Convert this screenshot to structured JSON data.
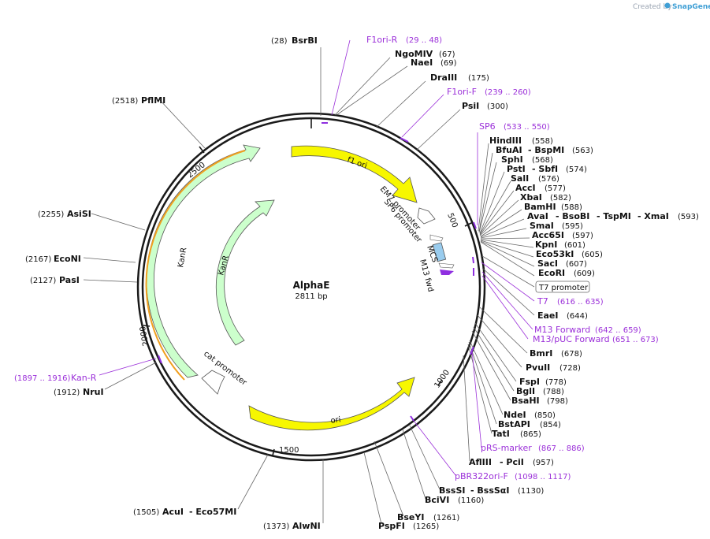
{
  "credit": {
    "prefix": "Created by",
    "brand": "SnapGene"
  },
  "center": {
    "name": "AlphaE",
    "length": "2811 bp"
  },
  "features": {
    "f1ori": "f1 ori",
    "em7": "EM7 promoter",
    "sp6p": "SP6 promoter",
    "mcs": "MCS",
    "m13fwd": "M13 fwd",
    "kanr_outer": "KanR",
    "kanr_inner": "KanR",
    "cat": "cat promoter",
    "ori": "ori",
    "t7box": "T7 promoter"
  },
  "ticks": {
    "t500": "500",
    "t1000": "1000",
    "t1500": "1500",
    "t2000": "2000",
    "t2500": "2500"
  },
  "sites": {
    "bsrbi": {
      "num": "(28)",
      "name": "BsrBI"
    },
    "f1orir": {
      "name": "F1ori-R",
      "range": "(29 .. 48)"
    },
    "ngomiv": {
      "name": "NgoMIV",
      "num": "(67)"
    },
    "naei": {
      "name": "NaeI",
      "num": "(69)"
    },
    "draiii": {
      "name": "DraIII",
      "num": "(175)"
    },
    "f1orif": {
      "name": "F1ori-F",
      "range": "(239 .. 260)"
    },
    "psii": {
      "name": "PsiI",
      "num": "(300)"
    },
    "sp6": {
      "name": "SP6",
      "range": "(533 .. 550)"
    },
    "hindiii": {
      "name": "HindIII",
      "num": "(558)"
    },
    "bfuai": {
      "name": "BfuAI",
      "name2": "- BspMI",
      "num": "(563)"
    },
    "sphi": {
      "name": "SphI",
      "num": "(568)"
    },
    "psti": {
      "name": "PstI",
      "name2": "- SbfI",
      "num": "(574)"
    },
    "sali": {
      "name": "SalI",
      "num": "(576)"
    },
    "acci": {
      "name": "AccI",
      "num": "(577)"
    },
    "xbai": {
      "name": "XbaI",
      "num": "(582)"
    },
    "bamhi": {
      "name": "BamHI",
      "num": "(588)"
    },
    "avai": {
      "name": "AvaI",
      "name2": "- BsoBI",
      "name3": "- TspMI",
      "name4": "- XmaI",
      "num": "(593)"
    },
    "smai": {
      "name": "SmaI",
      "num": "(595)"
    },
    "acc65i": {
      "name": "Acc65I",
      "num": "(597)"
    },
    "kpni": {
      "name": "KpnI",
      "num": "(601)"
    },
    "eco53ki": {
      "name": "Eco53kI",
      "num": "(605)"
    },
    "saci": {
      "name": "SacI",
      "num": "(607)"
    },
    "ecori": {
      "name": "EcoRI",
      "num": "(609)"
    },
    "t7": {
      "name": "T7",
      "range": "(616 .. 635)"
    },
    "eaei": {
      "name": "EaeI",
      "num": "(644)"
    },
    "m13f": {
      "name": "M13 Forward",
      "range": "(642 .. 659)"
    },
    "m13puc": {
      "name": "M13/pUC Forward",
      "range": "(651 .. 673)"
    },
    "bmri": {
      "name": "BmrI",
      "num": "(678)"
    },
    "pvuii": {
      "name": "PvuII",
      "num": "(728)"
    },
    "fspi": {
      "name": "FspI",
      "num": "(778)"
    },
    "bgli": {
      "name": "BglI",
      "num": "(788)"
    },
    "bsahi": {
      "name": "BsaHI",
      "num": "(798)"
    },
    "ndei": {
      "name": "NdeI",
      "num": "(850)"
    },
    "bstapi": {
      "name": "BstAPI",
      "num": "(854)"
    },
    "tati": {
      "name": "TatI",
      "num": "(865)"
    },
    "prs": {
      "name": "pRS-marker",
      "range": "(867 .. 886)"
    },
    "afliii": {
      "name": "AflIII",
      "name2": "- PciI",
      "num": "(957)"
    },
    "pbr": {
      "name": "pBR322ori-F",
      "range": "(1098 .. 1117)"
    },
    "bsssi": {
      "name": "BssSI",
      "name2": "- BssSαI",
      "num": "(1130)"
    },
    "bcivi": {
      "name": "BciVI",
      "num": "(1160)"
    },
    "bseyi": {
      "name": "BseYI",
      "num": "(1261)"
    },
    "pspfi": {
      "name": "PspFI",
      "num": "(1265)"
    },
    "alwni": {
      "num": "(1373)",
      "name": "AlwNI"
    },
    "acui": {
      "num": "(1505)",
      "name": "AcuI",
      "name2": "- Eco57MI"
    },
    "nrui": {
      "num": "(1912)",
      "name": "NruI"
    },
    "kanr": {
      "range": "(1897 .. 1916)",
      "name": "Kan-R"
    },
    "pasi": {
      "num": "(2127)",
      "name": "PasI"
    },
    "econi": {
      "num": "(2167)",
      "name": "EcoNI"
    },
    "asisi": {
      "num": "(2255)",
      "name": "AsiSI"
    },
    "pflmi": {
      "num": "(2518)",
      "name": "PflMI"
    }
  },
  "colors": {
    "backbone": "#1a1a1a",
    "ori": "#f7f700",
    "kanr": "#ccffcc",
    "kanr_outline": "#f0a020",
    "mcs": "#99ccee",
    "primer": "#8f2fe0",
    "leader": "#666666"
  }
}
